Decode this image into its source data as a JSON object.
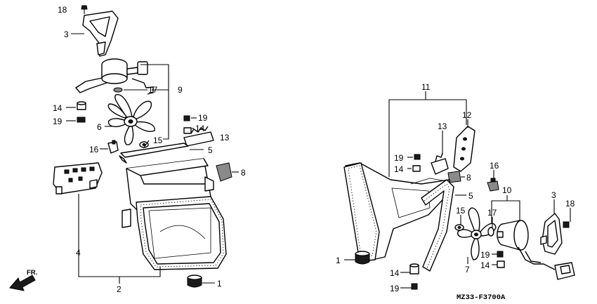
{
  "diagram": {
    "direction_label": "FR.",
    "drawing_code": "MZ33-F3700A",
    "callouts_left": [
      "18",
      "3",
      "9",
      "17",
      "14",
      "19",
      "6",
      "19",
      "14",
      "13",
      "15",
      "16",
      "5",
      "8",
      "4",
      "2",
      "1"
    ],
    "callouts_right": [
      "11",
      "12",
      "13",
      "19",
      "14",
      "16",
      "8",
      "5",
      "10",
      "3",
      "18",
      "15",
      "17",
      "1",
      "19",
      "14",
      "7",
      "19"
    ]
  }
}
